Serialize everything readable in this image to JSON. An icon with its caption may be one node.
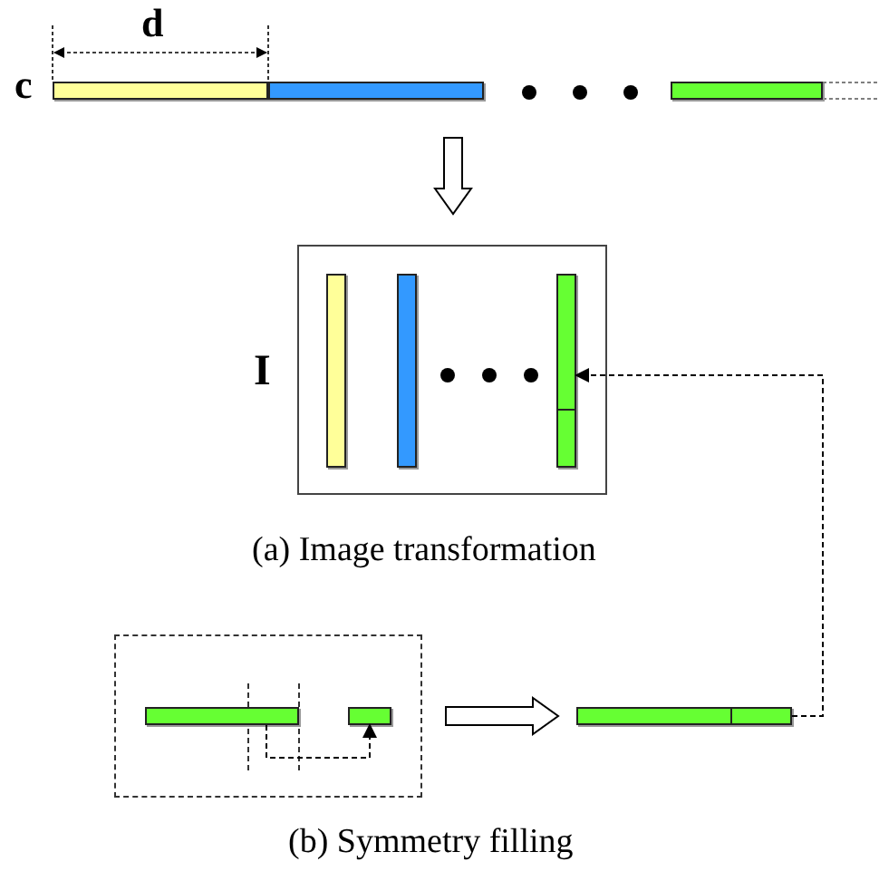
{
  "diagram": {
    "nodes": [
      {
        "text": [],
        "shape": "bar"
      },
      {
        "text": [],
        "shape": "bar"
      },
      {
        "text": [],
        "shape": "bar"
      },
      {
        "text": [],
        "shape": "box"
      },
      {
        "text": [],
        "shape": "bar",
        "in": 3
      },
      {
        "text": [],
        "shape": "bar",
        "in": 3
      },
      {
        "text": [],
        "shape": "bar",
        "in": 3
      },
      {
        "text": [],
        "shape": "box"
      },
      {
        "text": [],
        "shape": "bar",
        "in": 7
      },
      {
        "text": [],
        "shape": "bar",
        "in": 7
      },
      {
        "text": [],
        "shape": "bar"
      }
    ],
    "edges": [
      {
        "from": 1,
        "to": 3,
        "arrow": "to"
      },
      {
        "from": 8,
        "to": 9,
        "arrow": "to",
        "style": "dashed"
      },
      {
        "from": 7,
        "to": 10,
        "arrow": "to"
      },
      {
        "from": 10,
        "to": 6,
        "arrow": "to",
        "style": "dashed"
      }
    ],
    "labels": [
      "d",
      "c",
      "I",
      "(a) Image transformation",
      "(b) Symmetry filling"
    ]
  }
}
